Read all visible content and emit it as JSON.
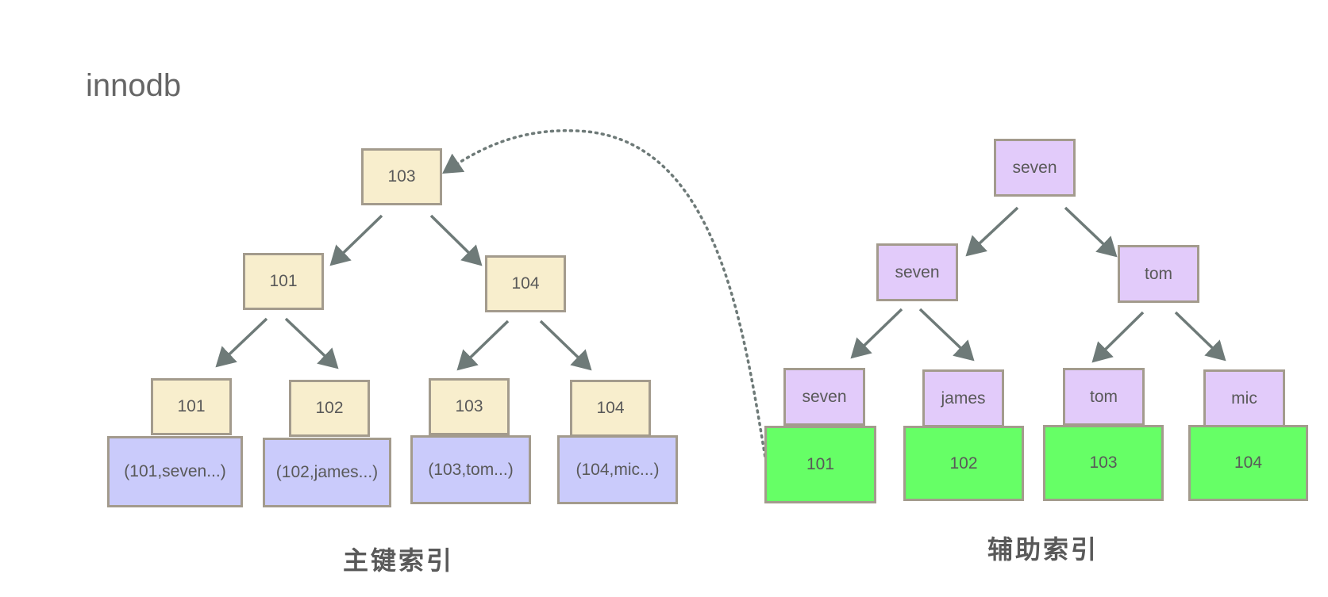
{
  "title": "innodb",
  "primary": {
    "caption": "主键索引",
    "root": "103",
    "level1": [
      "101",
      "104"
    ],
    "leaf_keys": [
      "101",
      "102",
      "103",
      "104"
    ],
    "leaf_rows": [
      "(101,seven...)",
      "(102,james...)",
      "(103,tom...)",
      "(104,mic...)"
    ]
  },
  "secondary": {
    "caption": "辅助索引",
    "root": "seven",
    "level1": [
      "seven",
      "tom"
    ],
    "leaf_keys": [
      "seven",
      "james",
      "tom",
      "mic"
    ],
    "leaf_pks": [
      "101",
      "102",
      "103",
      "104"
    ]
  },
  "colors": {
    "primary_node": "#f8eecd",
    "secondary_node": "#e2cbfa",
    "row_data": "#cacbfb",
    "primary_key_ref": "#66ff66",
    "border": "#a39b8d",
    "arrow": "#6e7a78"
  }
}
